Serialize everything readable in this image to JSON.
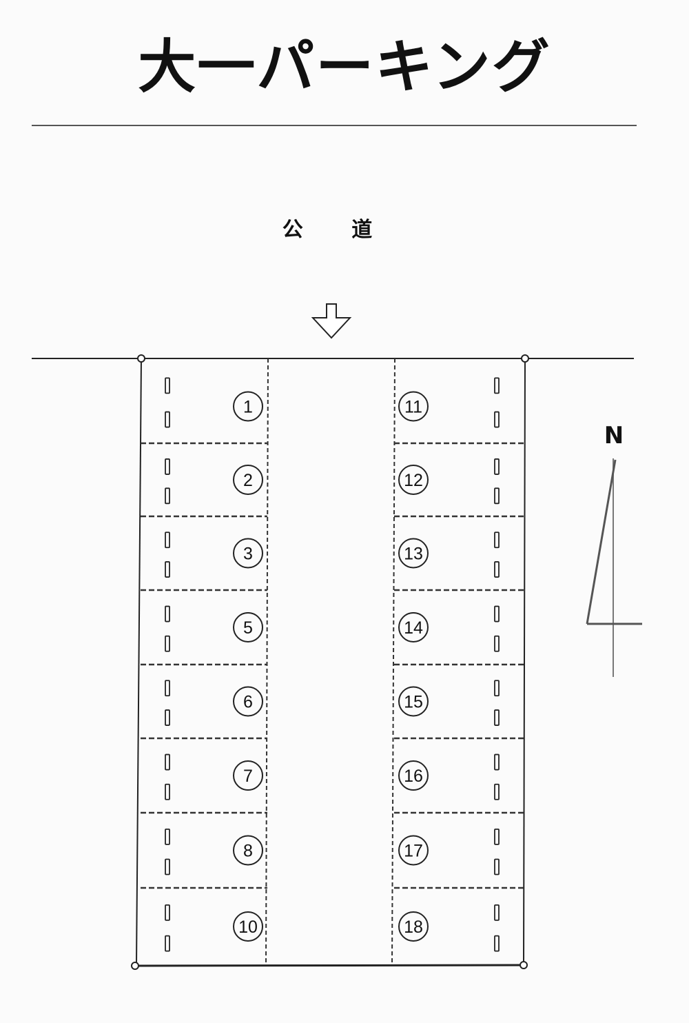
{
  "title": "大一パーキング",
  "road": {
    "label": "公 道",
    "entrance_arrow": "down-arrow-icon"
  },
  "compass": {
    "label": "N"
  },
  "colors": {
    "line": "#222222",
    "dash": "#333333",
    "background": "#fbfbfb"
  },
  "lot": {
    "left_column": [
      "1",
      "2",
      "3",
      "5",
      "6",
      "7",
      "8",
      "10"
    ],
    "right_column": [
      "11",
      "12",
      "13",
      "14",
      "15",
      "16",
      "17",
      "18"
    ]
  }
}
